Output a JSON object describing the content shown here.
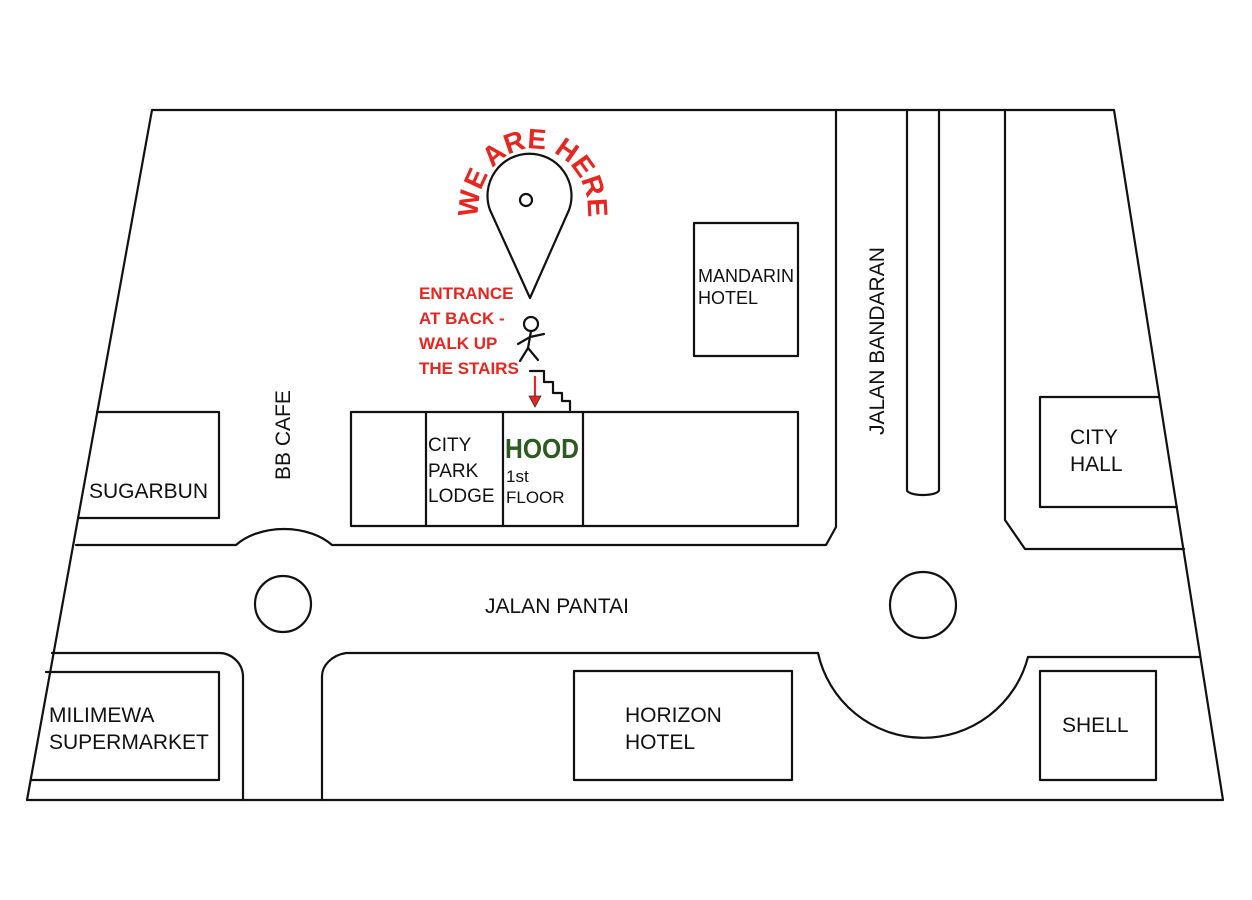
{
  "marker": {
    "title": "WE ARE HERE",
    "note_lines": [
      "ENTRANCE",
      "AT BACK -",
      "WALK UP",
      "THE STAIRS"
    ]
  },
  "buildings": {
    "mandarin_lines": [
      "MANDARIN",
      "HOTEL"
    ],
    "city_park_lines": [
      "CITY",
      "PARK",
      "LODGE"
    ],
    "hood_name": "HOOD",
    "hood_floor_lines": [
      "1st",
      "FLOOR"
    ],
    "sugarbun": "SUGARBUN",
    "bb_cafe": "BB CAFE",
    "city_hall_lines": [
      "CITY",
      "HALL"
    ],
    "milimewa_lines": [
      "MILIMEWA",
      "SUPERMARKET"
    ],
    "horizon_lines": [
      "HORIZON",
      "HOTEL"
    ],
    "shell": "SHELL"
  },
  "roads": {
    "jalan_pantai": "JALAN PANTAI",
    "jalan_bandaran": "JALAN BANDARAN"
  },
  "colors": {
    "accent_red": "#e8251f",
    "hood_green": "#2d5a1f",
    "line": "#111111"
  }
}
